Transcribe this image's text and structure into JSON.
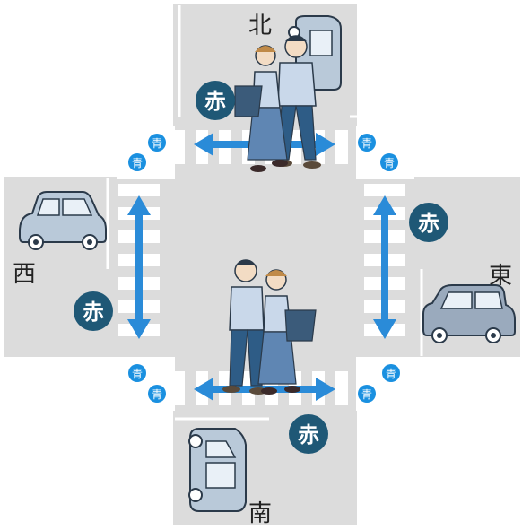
{
  "directions": {
    "north": "北",
    "south": "南",
    "east": "東",
    "west": "西"
  },
  "signals": {
    "red": "赤",
    "blue": "青"
  },
  "colors": {
    "road": "#dcdcdc",
    "red_badge": "#1f5876",
    "blue_badge": "#1a90e0",
    "arrow": "#2a8bd8",
    "car": "#b9c9d9",
    "car_stroke": "#2b3a4a",
    "pants": "#2e5c86",
    "shirt": "#c9d8ea"
  }
}
